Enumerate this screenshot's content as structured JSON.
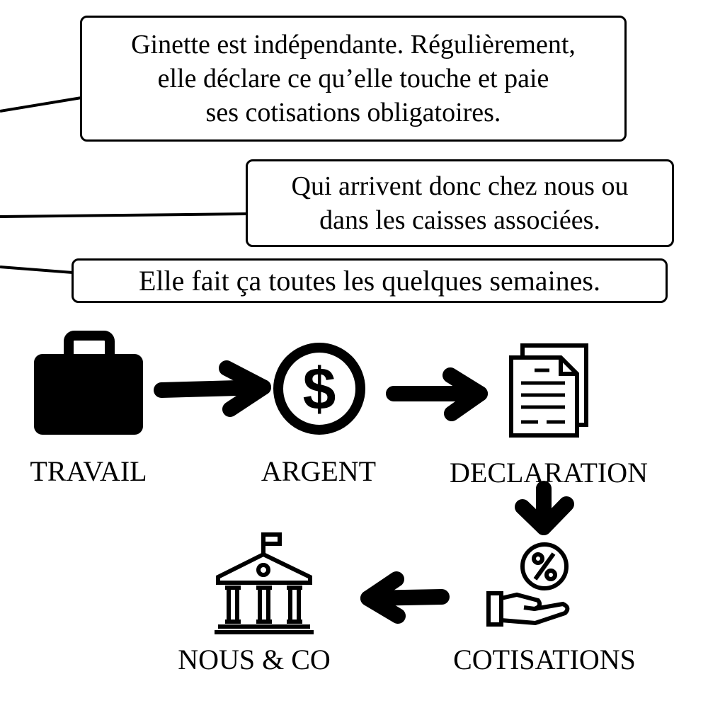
{
  "callouts": [
    {
      "lines": [
        "Ginette est indépendante. Régulièrement,",
        "elle déclare ce qu’elle touche et paie",
        "ses cotisations obligatoires."
      ]
    },
    {
      "lines": [
        "Qui arrivent donc chez nous ou",
        "dans les caisses associées."
      ]
    },
    {
      "lines": [
        "Elle fait ça toutes les quelques semaines."
      ]
    }
  ],
  "flow": {
    "travail": "TRAVAIL",
    "argent": "ARGENT",
    "declaration": "DECLARATION",
    "cotisations": "COTISATIONS",
    "nous": "NOUS & CO"
  },
  "icons": {
    "travail": "briefcase-icon",
    "argent": "dollar-coin-icon",
    "declaration": "documents-icon",
    "cotisations": "hand-percent-icon",
    "nous": "bank-building-icon"
  }
}
